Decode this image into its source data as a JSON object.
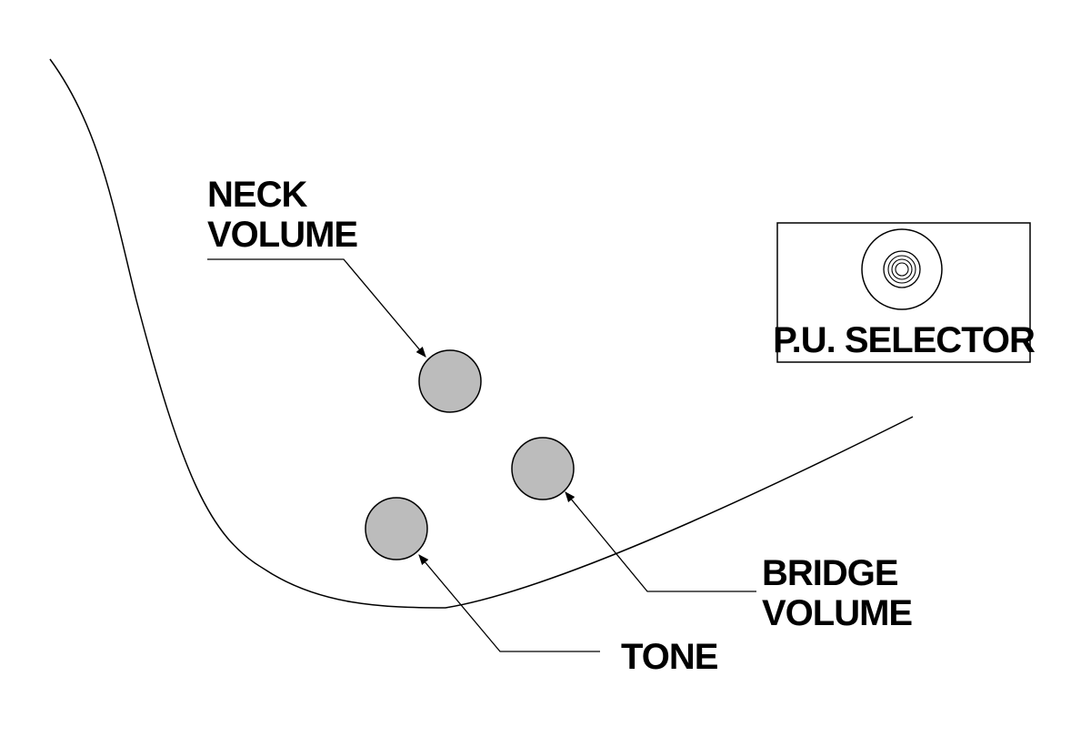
{
  "colors": {
    "knob_fill": "#bcbcbc",
    "line": "#000000",
    "background": "#ffffff"
  },
  "labels": {
    "neck_volume_line1": "NECK",
    "neck_volume_line2": "VOLUME",
    "bridge_volume_line1": "BRIDGE",
    "bridge_volume_line2": "VOLUME",
    "tone": "TONE",
    "pu_selector": "P.U. SELECTOR"
  },
  "icons": {
    "selector": "rotary-switch-icon",
    "knob": "control-knob-icon"
  }
}
